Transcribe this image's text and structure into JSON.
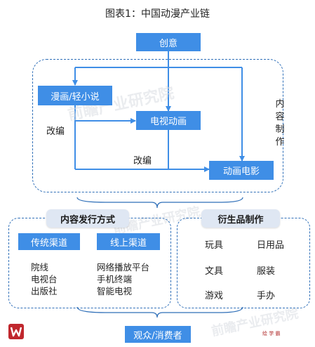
{
  "title": "图表1：中国动漫产业链",
  "top": {
    "creative": "创意",
    "manga": "漫画/轻小说",
    "tv_animation": "电视动画",
    "animated_film": "动画电影",
    "adapt_label_1": "改编",
    "adapt_label_2": "改编",
    "content_production_vertical": "内容制作"
  },
  "distribution": {
    "header": "内容发行方式",
    "traditional_label": "传统渠道",
    "online_label": "线上渠道",
    "traditional_items": [
      "院线",
      "电视台",
      "出版社"
    ],
    "online_items": [
      "网络播放平台",
      "手机终端",
      "智能电视"
    ]
  },
  "derivatives": {
    "header": "衍生品制作",
    "items": [
      "玩具",
      "日用品",
      "文具",
      "服装",
      "游戏",
      "手办"
    ]
  },
  "audience": "观众/消费者",
  "watermark_text": "前瞻产业研究院",
  "stamp_text": "绘 学 霸",
  "colors": {
    "blue": "#3f8ee6",
    "line": "#2f6fb8",
    "pill_bg": "#dfe7f3",
    "logo_red": "#c0272d"
  }
}
